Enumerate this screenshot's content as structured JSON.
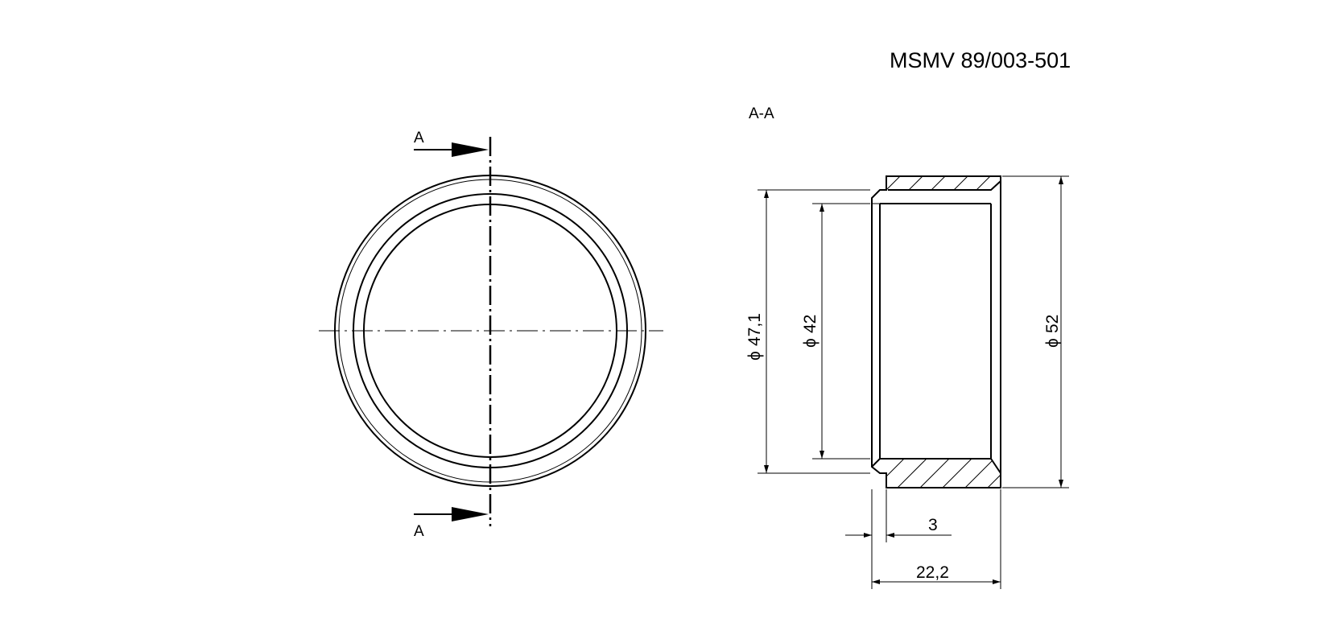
{
  "drawing": {
    "number": "MSMV 89/003-501",
    "section_title": "A-A",
    "section_marker_top": "A",
    "section_marker_bottom": "A"
  },
  "dimensions": {
    "d471": "47,1",
    "d42": "42",
    "d52": "52",
    "width_step": "3",
    "length_total": "22,2",
    "diameter_symbol": "ϕ"
  }
}
